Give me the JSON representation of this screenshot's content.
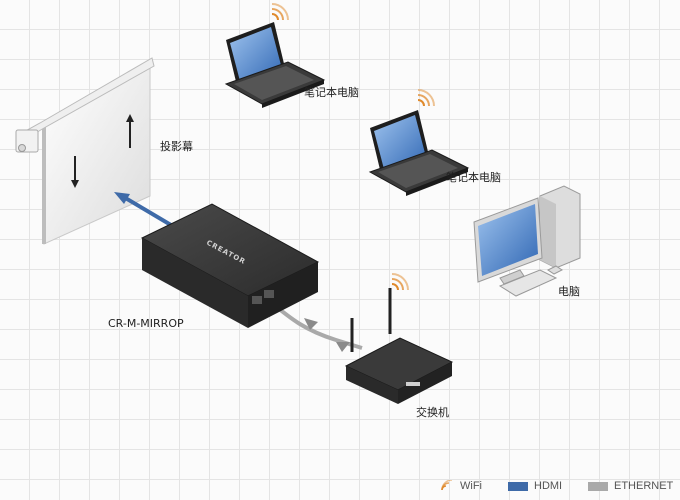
{
  "labels": {
    "projector_screen": "投影幕",
    "device": "CR-M-MIRROP",
    "device_brand": "CREATOR",
    "laptop_top": "笔记本电脑",
    "laptop_middle": "笔记本电脑",
    "desktop": "电脑",
    "switch": "交换机"
  },
  "legend": {
    "wifi": "WiFi",
    "hdmi": "HDMI",
    "ethernet": "ETHERNET"
  },
  "colors": {
    "hdmi": "#3e6aa8",
    "ethernet": "#a9a9a9",
    "wifi": "#e08a2c"
  }
}
